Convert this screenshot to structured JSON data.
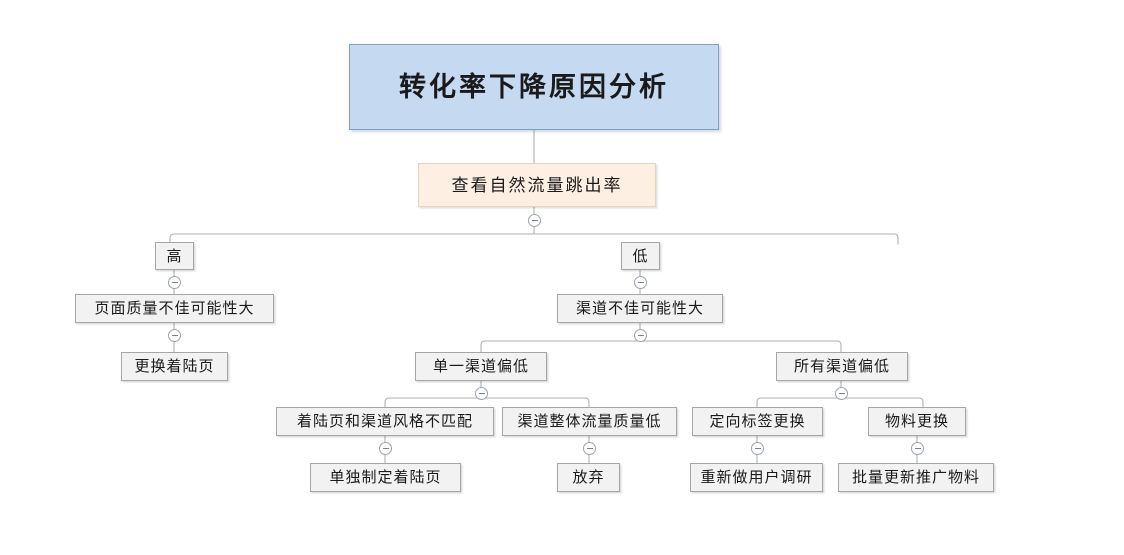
{
  "diagram": {
    "type": "tree-flowchart",
    "title": "转化率下降原因分析",
    "background_color": "#ffffff",
    "colors": {
      "root_fill": "#c5d9f1",
      "root_border": "#7f9fc9",
      "step_fill": "#fdf0e3",
      "step_border": "#e8d4bd",
      "node_fill": "#f2f2f2",
      "node_border": "#a6a6a6",
      "connector": "#b0b0b0",
      "text": "#1a1a1a"
    }
  },
  "nodes": {
    "root": "转化率下降原因分析",
    "check_bounce": "查看自然流量跳出率",
    "high": "高",
    "low": "低",
    "page_quality_bad": "页面质量不佳可能性大",
    "channel_bad": "渠道不佳可能性大",
    "replace_landing": "更换着陆页",
    "single_channel_low": "单一渠道偏低",
    "all_channel_low": "所有渠道偏低",
    "style_mismatch": "着陆页和渠道风格不匹配",
    "channel_traffic_low": "渠道整体流量质量低",
    "tag_replace": "定向标签更换",
    "material_replace": "物料更换",
    "custom_landing": "单独制定着陆页",
    "abandon": "放弃",
    "redo_research": "重新做用户调研",
    "bulk_update_material": "批量更新推广物料"
  },
  "toggles": {
    "icon": "collapse-minus-circle-icon",
    "state": "expanded",
    "count": 11
  }
}
